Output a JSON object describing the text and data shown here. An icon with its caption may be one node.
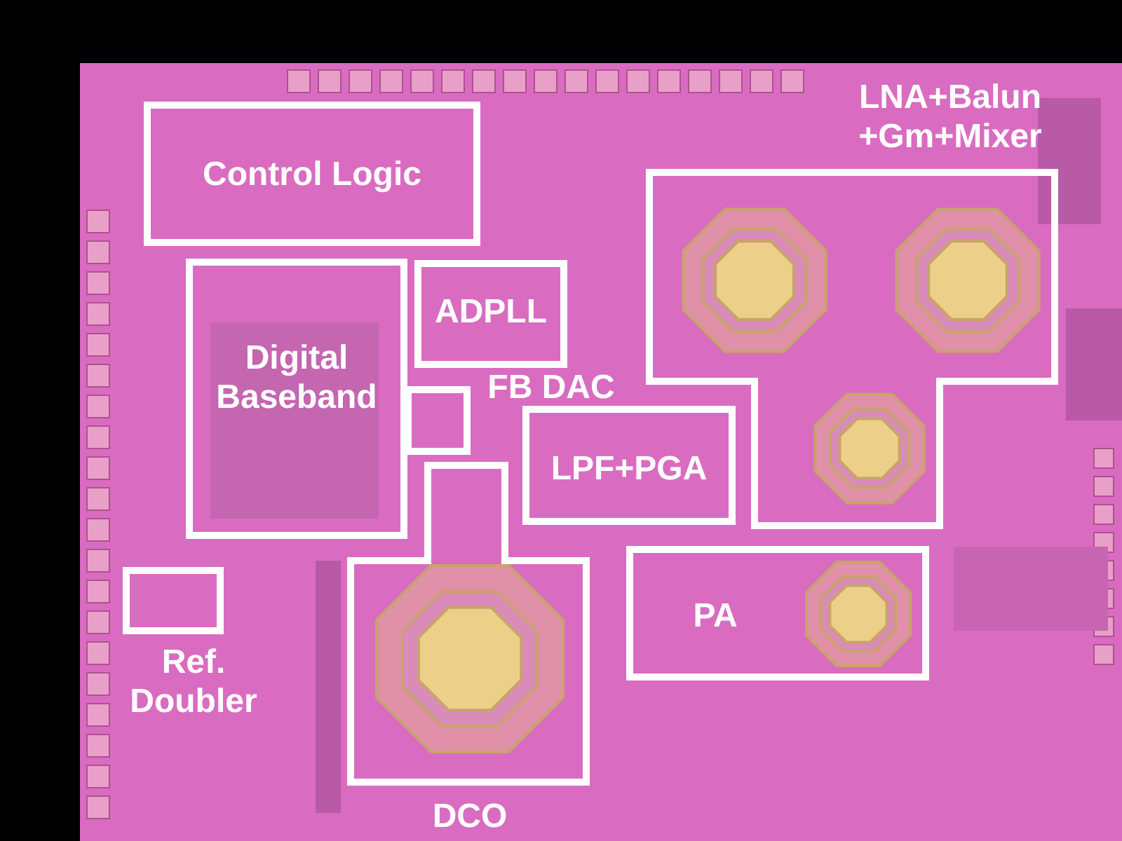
{
  "diagram": {
    "nodes": [
      {
        "text": [
          "Control Logic"
        ]
      },
      {
        "text": [
          "Digital Baseband"
        ]
      },
      {
        "text": [
          "ADPLL"
        ]
      },
      {
        "text": [
          "FB DAC"
        ]
      },
      {
        "text": [
          "LPF+PGA"
        ]
      },
      {
        "text": [
          "LNA+Balun +Gm+Mixer"
        ]
      },
      {
        "text": [
          "PA"
        ]
      },
      {
        "text": [
          "Ref. Doubler"
        ]
      },
      {
        "text": [
          "DCO"
        ]
      }
    ]
  }
}
